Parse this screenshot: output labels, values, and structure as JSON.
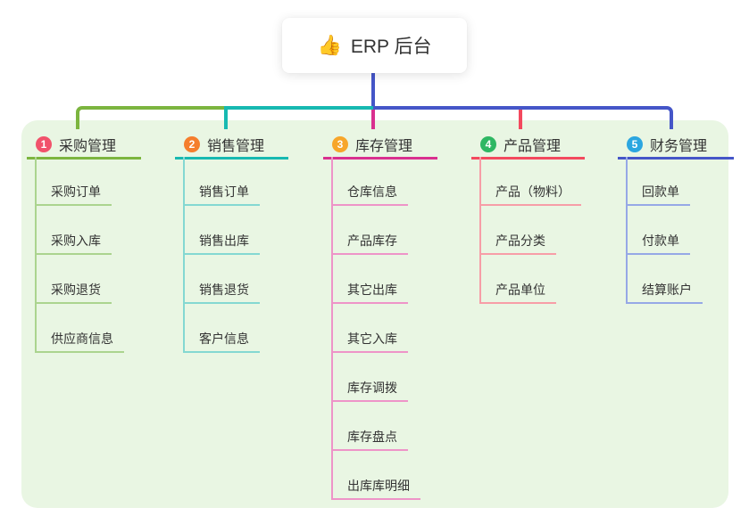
{
  "root": {
    "icon": "👍",
    "label": "ERP 后台"
  },
  "colors": {
    "panel_bg": "#e9f6e3",
    "text": "#333333"
  },
  "branches": [
    {
      "badge": "1",
      "label": "采购管理",
      "badge_color": "#f1526b",
      "line_color": "#7cb53f",
      "light_color": "#abd48f",
      "children": [
        "采购订单",
        "采购入库",
        "采购退货",
        "供应商信息"
      ]
    },
    {
      "badge": "2",
      "label": "销售管理",
      "badge_color": "#f57e2d",
      "line_color": "#17b9b1",
      "light_color": "#84d8d2",
      "children": [
        "销售订单",
        "销售出库",
        "销售退货",
        "客户信息"
      ]
    },
    {
      "badge": "3",
      "label": "库存管理",
      "badge_color": "#f7a62a",
      "line_color": "#d9308f",
      "light_color": "#ee94c8",
      "children": [
        "仓库信息",
        "产品库存",
        "其它出库",
        "其它入库",
        "库存调拨",
        "库存盘点",
        "出库库明细"
      ]
    },
    {
      "badge": "4",
      "label": "产品管理",
      "badge_color": "#2eb763",
      "line_color": "#f3495e",
      "light_color": "#f79da7",
      "children": [
        "产品（物料）",
        "产品分类",
        "产品单位"
      ]
    },
    {
      "badge": "5",
      "label": "财务管理",
      "badge_color": "#2ba6e0",
      "line_color": "#4556c8",
      "light_color": "#96a8e6",
      "children": [
        "回款单",
        "付款单",
        "结算账户"
      ]
    }
  ]
}
